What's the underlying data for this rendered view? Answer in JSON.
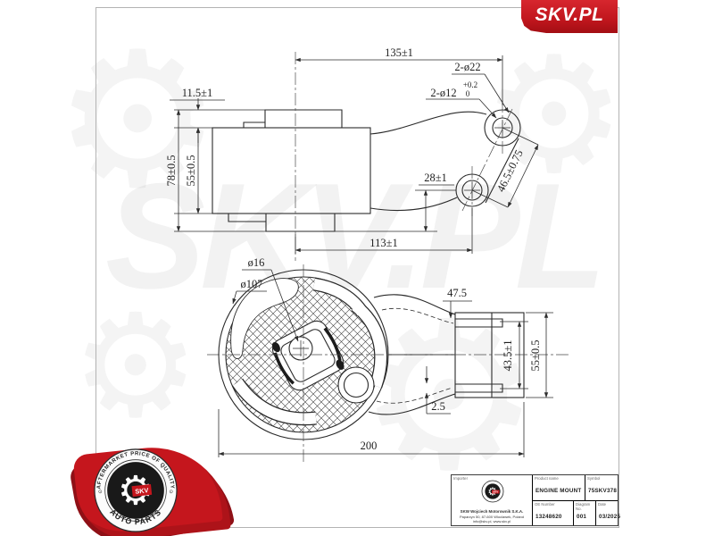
{
  "logo": {
    "brand": "SKV.PL"
  },
  "watermark": {
    "text": "SKV.PL",
    "gear_glyph": "⚙"
  },
  "badge": {
    "arc_top": "AFTERMARKET PRICE OF QUALITY",
    "arc_bottom": "AUTO PARTS",
    "label": "SKV",
    "gear_glyph": "⚙",
    "side_mark": "⊙",
    "red": "#c5161d"
  },
  "drawing": {
    "top_view": {
      "overall_width": "135±1",
      "large_holes": "2-ø22",
      "small_holes": "2-ø12",
      "small_holes_tol_plus": "+0.2",
      "small_holes_tol_minus": "0",
      "flange_height": "11.5±1",
      "total_height": "78±0.5",
      "body_height": "55±0.5",
      "hole_to_edge": "28±1",
      "hole_spacing": "46.5±0.75",
      "lower_width": "113±1"
    },
    "front_view": {
      "bore_dia": "ø16",
      "outer_dia": "ø107",
      "bracket_width": "47.5",
      "bracket_inner_height": "43.5±1",
      "bracket_height": "55±0.5",
      "pin_offset": "2.5",
      "overall_length": "200"
    }
  },
  "title_block": {
    "labels": {
      "importer": "Importer",
      "product": "Product name",
      "symbol": "Symbol",
      "oe": "OE Number",
      "diagram": "Diagram No.",
      "date": "Date"
    },
    "values": {
      "product": "ENGINE MOUNT",
      "symbol": "75SKV378",
      "oe": "13248620",
      "diagram": "001",
      "date": "03/2025"
    },
    "company_lines": [
      "SKW Wojciech Motorownik S.K.A.",
      "Paparzyn 50, 87-600 Wloclawek, Poland",
      "info@skv.pl, www.skv.pl"
    ]
  }
}
